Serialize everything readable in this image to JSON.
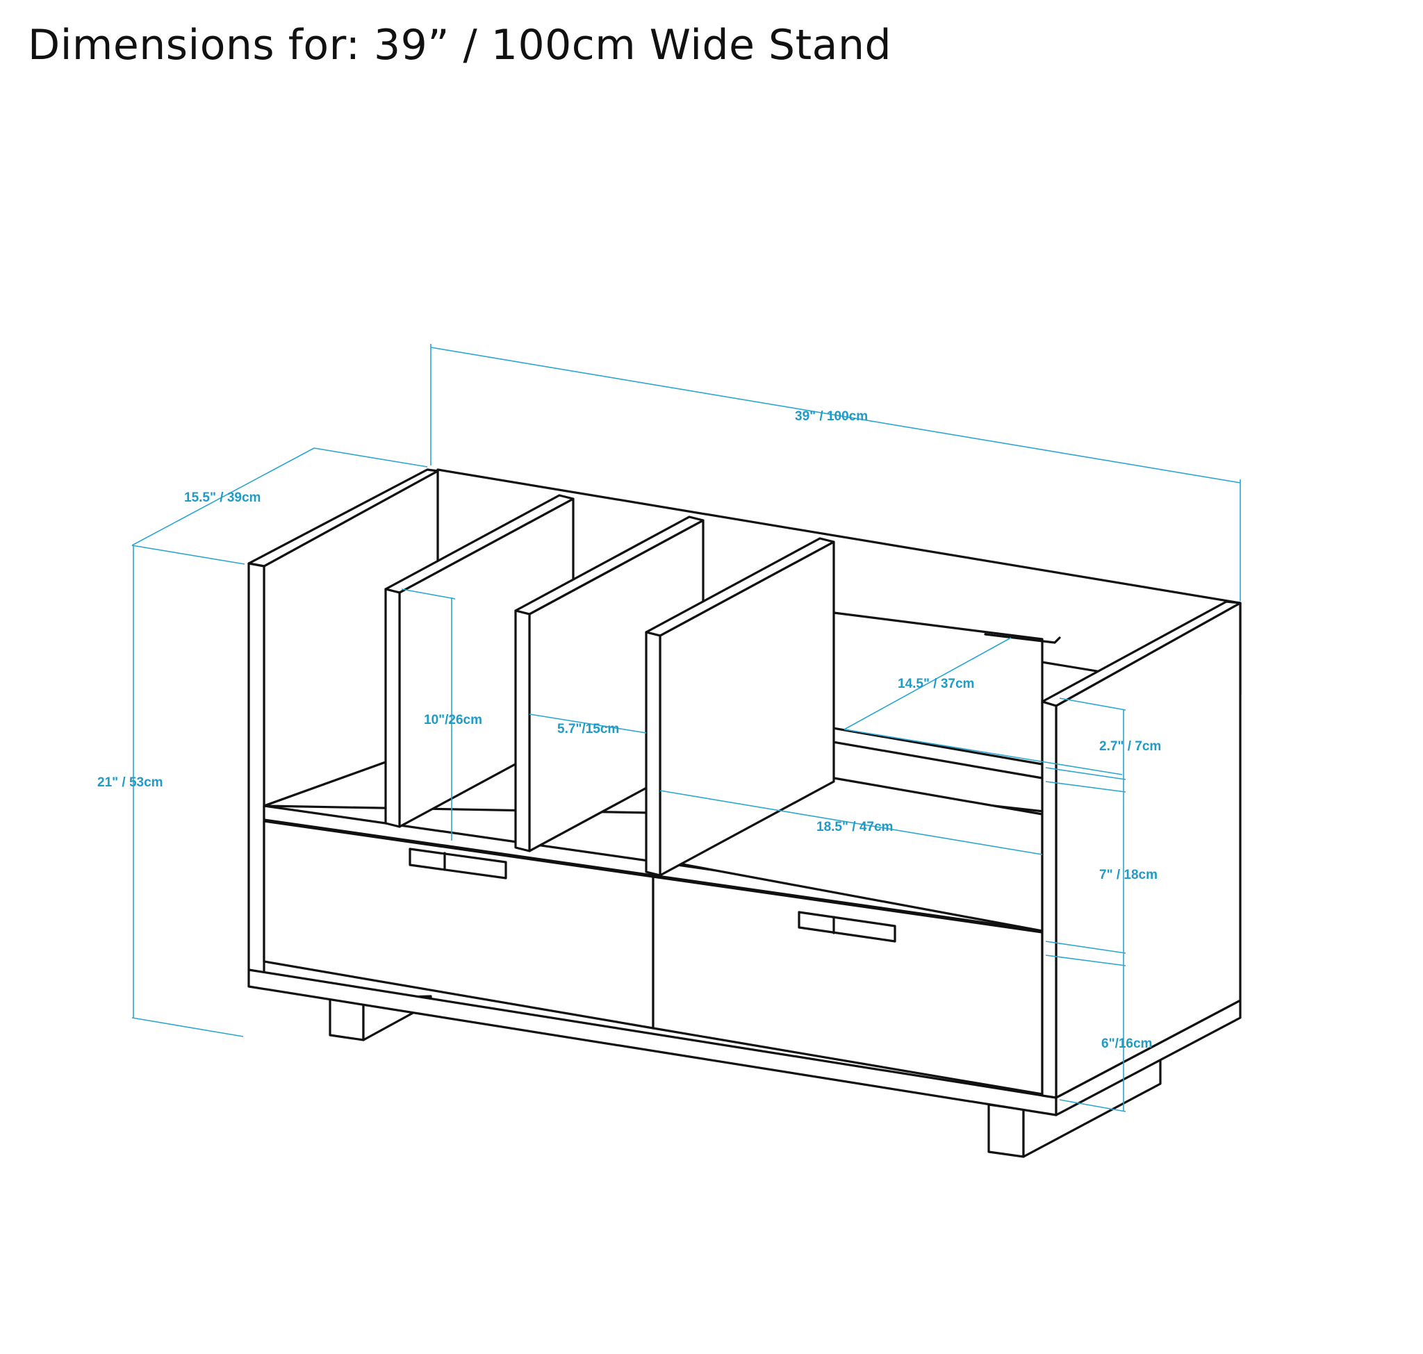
{
  "title": "Dimensions for: 39” / 100cm Wide Stand",
  "colors": {
    "outline": "#111111",
    "dimension": "#2aa6cf",
    "background": "#ffffff"
  },
  "dimensions": {
    "width": "39\" / 100cm",
    "depth": "15.5\" / 39cm",
    "height": "21\" / 53cm",
    "divider_height": "10\"/26cm",
    "divider_gap": "5.7\"/15cm",
    "shelf_depth": "14.5\" / 37cm",
    "upper_gap": "2.7\" / 7cm",
    "shelf_width": "18.5\" / 47cm",
    "middle_gap": "7\" / 18cm",
    "drawer_height": "6\"/16cm"
  }
}
